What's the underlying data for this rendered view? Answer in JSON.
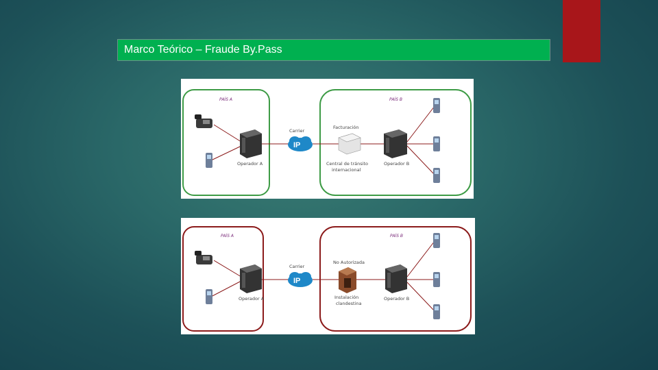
{
  "slide": {
    "title": "Marco Teórico –  Fraude By.Pass"
  },
  "colors": {
    "accent_red": "#a8161a",
    "title_green": "#00b050",
    "region_a_border": "#3d9b45",
    "region_b_border": "#3d9b45",
    "region_red_border": "#8b1a1a",
    "link_color": "#8b1a1a",
    "ip_cloud": "#1e88c8"
  },
  "diagram_legal": {
    "country_a": "PAÍS A",
    "country_b": "PAÍS B",
    "operator_a": "Operador A",
    "operator_b": "Operador B",
    "carrier": "Carrier",
    "ip": "IP",
    "billing": "Facturación",
    "central_line1": "Central de tránsito",
    "central_line2": "internacional"
  },
  "diagram_fraud": {
    "country_a": "PAÍS A",
    "country_b": "PAÍS B",
    "operator_a": "Operador A",
    "operator_b": "Operador B",
    "carrier": "Carrier",
    "ip": "IP",
    "unauthorized": "No Autorizada",
    "install_line1": "Instalación",
    "install_line2": "clandestina"
  }
}
